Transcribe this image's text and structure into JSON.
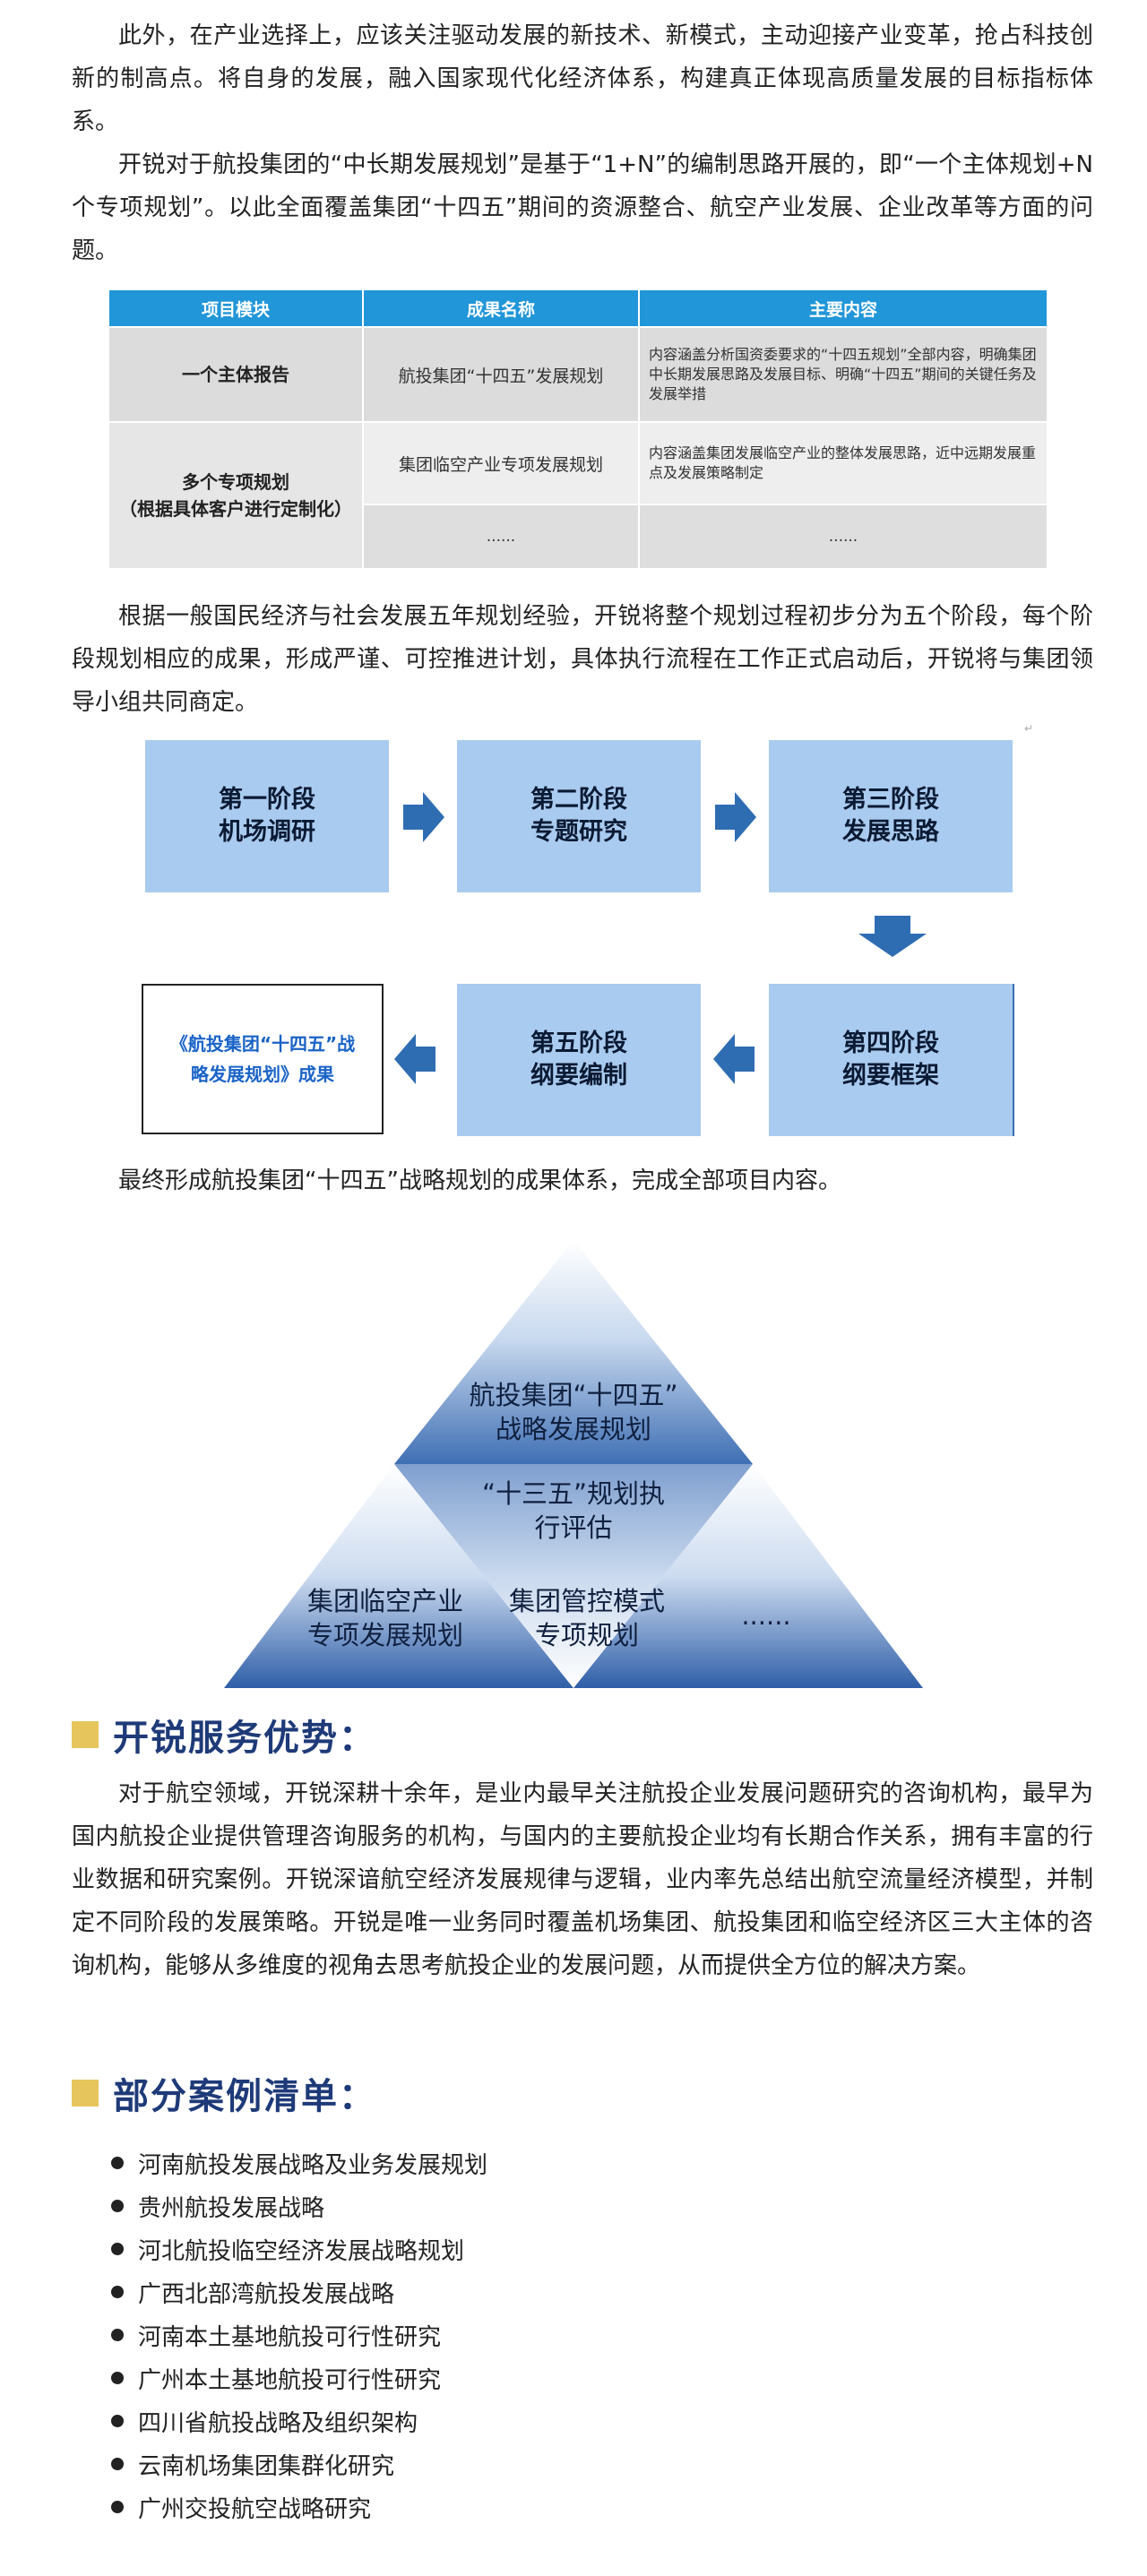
{
  "intro": {
    "para1": "此外，在产业选择上，应该关注驱动发展的新技术、新模式，主动迎接产业变革，抢占科技创新的制高点。将自身的发展，融入国家现代化经济体系，构建真正体现高质量发展的目标指标体系。",
    "para2": "开锐对于航投集团的“中长期发展规划”是基于“1+N”的编制思路开展的，即“一个主体规划+N个专项规划”。以此全面覆盖集团“十四五”期间的资源整合、航空产业发展、企业改革等方面的问题。"
  },
  "table": {
    "headers": [
      "项目模块",
      "成果名称",
      "主要内容"
    ],
    "main_module": "一个主体报告",
    "main_result": "航投集团“十四五”发展规划",
    "main_content": "内容涵盖分析国资委要求的“十四五规划”全部内容，明确集团中长期发展思路及发展目标、明确“十四五”期间的关键任务及发展举措",
    "special_module_line1": "多个专项规划",
    "special_module_line2": "（根据具体客户进行定制化）",
    "special_result": "集团临空产业专项发展规划",
    "special_content": "内容涵盖集团发展临空产业的整体发展思路，近中远期发展重点及发展策略制定",
    "more_result": "......",
    "more_content": "......"
  },
  "para3": "根据一般国民经济与社会发展五年规划经验，开锐将整个规划过程初步分为五个阶段，每个阶段规划相应的成果，形成严谨、可控推进计划，具体执行流程在工作正式启动后，开锐将与集团领导小组共同商定。",
  "flow": {
    "stage1": {
      "line1": "第一阶段",
      "line2": "机场调研"
    },
    "stage2": {
      "line1": "第二阶段",
      "line2": "专题研究"
    },
    "stage3": {
      "line1": "第三阶段",
      "line2": "发展思路"
    },
    "stage4": {
      "line1": "第四阶段",
      "line2": "纲要框架"
    },
    "stage5": {
      "line1": "第五阶段",
      "line2": "纲要编制"
    },
    "result_line1": "《航投集团“十四五”战",
    "result_line2": "略发展规划》成果",
    "pilcrow": "↵"
  },
  "para4": "最终形成航投集团“十四五”战略规划的成果体系，完成全部项目内容。",
  "pyramid": {
    "top_line1": "航投集团“十四五”",
    "top_line2": "战略发展规划",
    "mid_line1": "“十三五”规划执",
    "mid_line2": "行评估",
    "left_line1": "集团临空产业",
    "left_line2": "专项发展规划",
    "center_line1": "集团管控模式",
    "center_line2": "专项规划",
    "right": "......"
  },
  "advantages": {
    "heading": "开锐服务优势：",
    "text": "对于航空领域，开锐深耕十余年，是业内最早关注航投企业发展问题研究的咨询机构，最早为国内航投企业提供管理咨询服务的机构，与国内的主要航投企业均有长期合作关系，拥有丰富的行业数据和研究案例。开锐深谙航空经济发展规律与逻辑，业内率先总结出航空流量经济模型，并制定不同阶段的发展策略。开锐是唯一业务同时覆盖机场集团、航投集团和临空经济区三大主体的咨询机构，能够从多维度的视角去思考航投企业的发展问题，从而提供全方位的解决方案。"
  },
  "cases": {
    "heading": "部分案例清单：",
    "items": [
      "河南航投发展战略及业务发展规划",
      "贵州航投发展战略",
      "河北航投临空经济发展战略规划",
      "广西北部湾航投发展战略",
      "河南本土基地航投可行性研究",
      "广州本土基地航投可行性研究",
      "四川省航投战略及组织架构",
      "云南机场集团集群化研究",
      "广州交投航空战略研究"
    ]
  },
  "colors": {
    "table_header": "#2196d8",
    "flow_box": "#a9cbef",
    "arrow": "#2f6db3",
    "heading_text": "#1e3a78",
    "heading_square": "#e7c55d",
    "result_text": "#1a63c7"
  },
  "icons": {
    "flow_arrow": "arrow-icon",
    "heading_marker": "square-marker-icon",
    "list_bullet": "bullet-icon"
  }
}
